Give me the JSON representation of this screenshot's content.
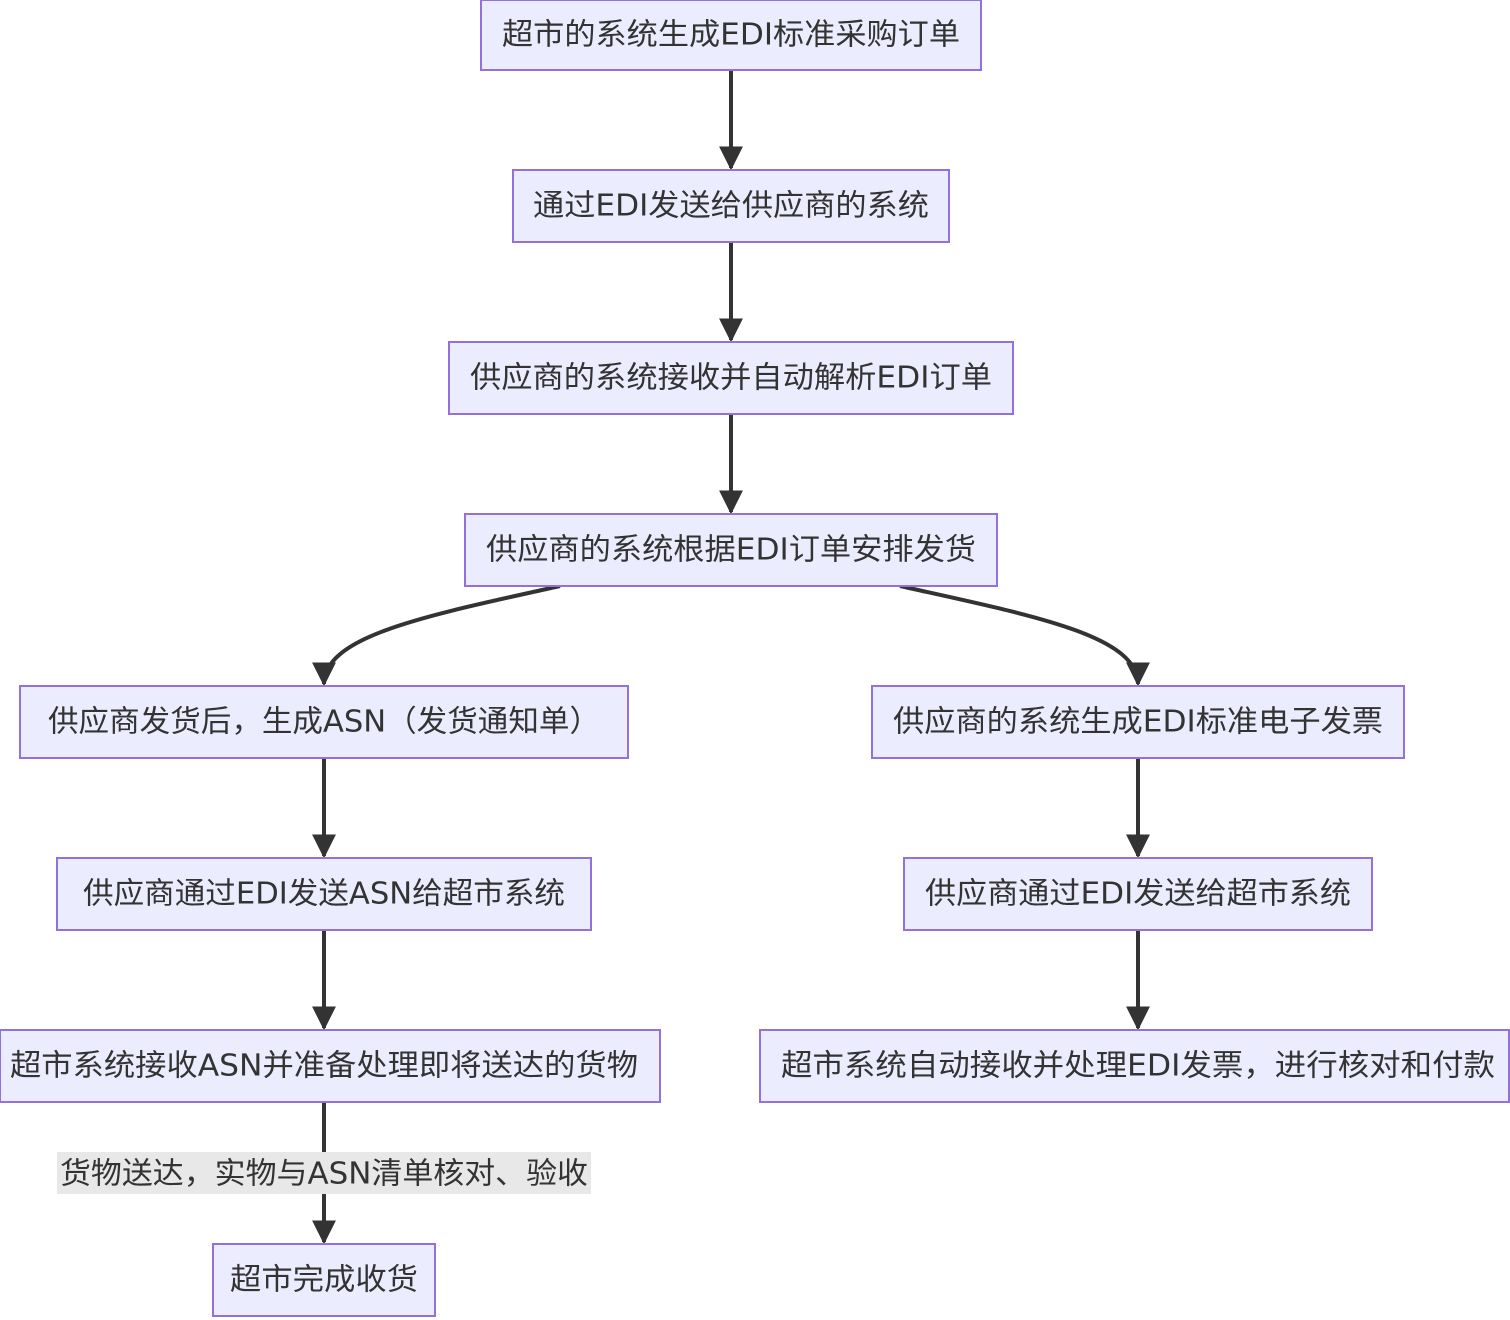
{
  "diagram": {
    "type": "flowchart",
    "direction": "top-down",
    "colors": {
      "node_fill": "#ECECFF",
      "node_border": "#9370DB",
      "text": "#333333",
      "edge": "#333333",
      "edge_label_bg": "#E8E8E8"
    },
    "nodes": {
      "n1": "超市的系统生成EDI标准采购订单",
      "n2": "通过EDI发送给供应商的系统",
      "n3": "供应商的系统接收并自动解析EDI订单",
      "n4": "供应商的系统根据EDI订单安排发货",
      "n5": "供应商发货后，生成ASN（发货通知单）",
      "n6": "供应商通过EDI发送ASN给超市系统",
      "n7": "超市系统接收ASN并准备处理即将送达的货物",
      "n8": "超市完成收货",
      "n9": "供应商的系统生成EDI标准电子发票",
      "n10": "供应商通过EDI发送给超市系统",
      "n11": "超市系统自动接收并处理EDI发票，进行核对和付款"
    },
    "edges": [
      {
        "from": "n1",
        "to": "n2",
        "label": ""
      },
      {
        "from": "n2",
        "to": "n3",
        "label": ""
      },
      {
        "from": "n3",
        "to": "n4",
        "label": ""
      },
      {
        "from": "n4",
        "to": "n5",
        "label": ""
      },
      {
        "from": "n4",
        "to": "n9",
        "label": ""
      },
      {
        "from": "n5",
        "to": "n6",
        "label": ""
      },
      {
        "from": "n6",
        "to": "n7",
        "label": ""
      },
      {
        "from": "n7",
        "to": "n8",
        "label": "货物送达，实物与ASN清单核对、验收"
      },
      {
        "from": "n9",
        "to": "n10",
        "label": ""
      },
      {
        "from": "n10",
        "to": "n11",
        "label": ""
      }
    ]
  }
}
